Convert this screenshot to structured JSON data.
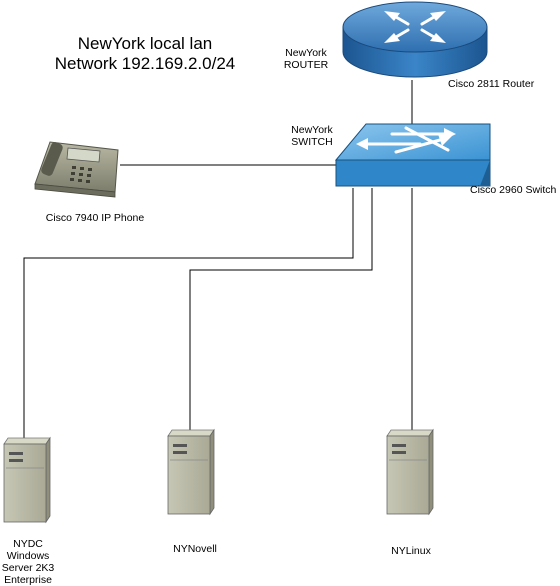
{
  "title": {
    "line1": "NewYork local lan",
    "line2": "Network 192.169.2.0/24"
  },
  "router": {
    "name": "NewYork ROUTER",
    "model": "Cisco 2811 Router"
  },
  "switch": {
    "name": "NewYork SWITCH",
    "model": "Cisco 2960 Switch"
  },
  "phone": {
    "model": "Cisco 7940 IP Phone"
  },
  "servers": [
    {
      "label": "NYDC Windows Server 2K3 Enterprise"
    },
    {
      "label": "NYNovell"
    },
    {
      "label": "NYLinux"
    }
  ]
}
